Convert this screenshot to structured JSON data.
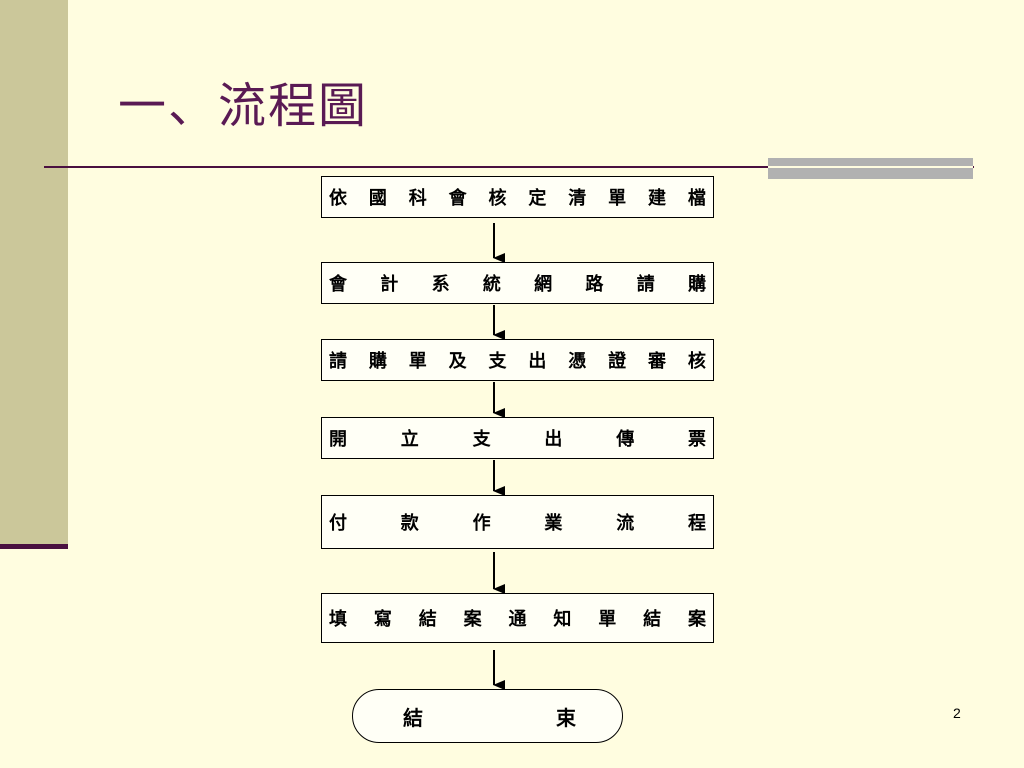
{
  "title": "一、流程圖",
  "steps": [
    "依國科會核定清單建檔",
    "會計系統網路請購",
    "請購單及支出憑證審核",
    "開立支出傳票",
    "付款作業流程",
    "填寫結案通知單結案"
  ],
  "end": "結束",
  "page_number": "2",
  "colors": {
    "background": "#fffde0",
    "title": "#5a1a54",
    "left_band": "#cbc79a",
    "rule": "#4a1040",
    "accent_bar": "#b1b1b1"
  }
}
